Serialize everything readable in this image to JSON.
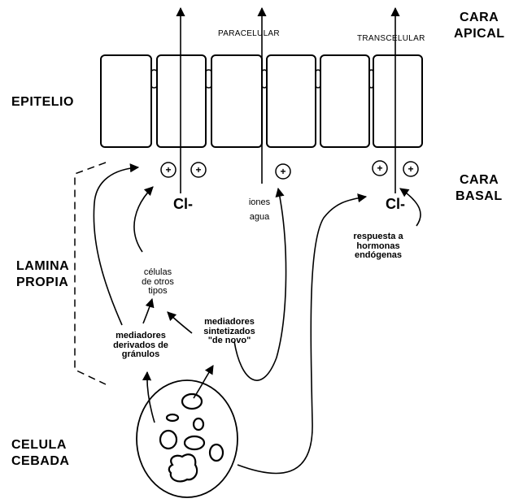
{
  "labels": {
    "cara_apical_1": "CARA",
    "cara_apical_2": "APICAL",
    "paracelular": "PARACELULAR",
    "transcelular": "TRANSCELULAR",
    "epitelio": "EPITELIO",
    "cara_basal_1": "CARA",
    "cara_basal_2": "BASAL",
    "lamina_1": "LAMINA",
    "lamina_2": "PROPIA",
    "celula_1": "CELULA",
    "celula_2": "CEBADA",
    "cl_left": "Cl-",
    "cl_right": "Cl-",
    "iones_1": "iones",
    "iones_2": "agua",
    "respuesta_1": "respuesta a",
    "respuesta_2": "hormonas",
    "respuesta_3": "endógenas",
    "celulas_1": "células",
    "celulas_2": "de otros",
    "celulas_3": "tipos",
    "derivados_1": "mediadores",
    "derivados_2": "derivados de",
    "derivados_3": "gránulos",
    "sintetizados_1": "mediadores",
    "sintetizados_2": "sintetizados",
    "sintetizados_3": "\"de novo\"",
    "plus": "+"
  }
}
